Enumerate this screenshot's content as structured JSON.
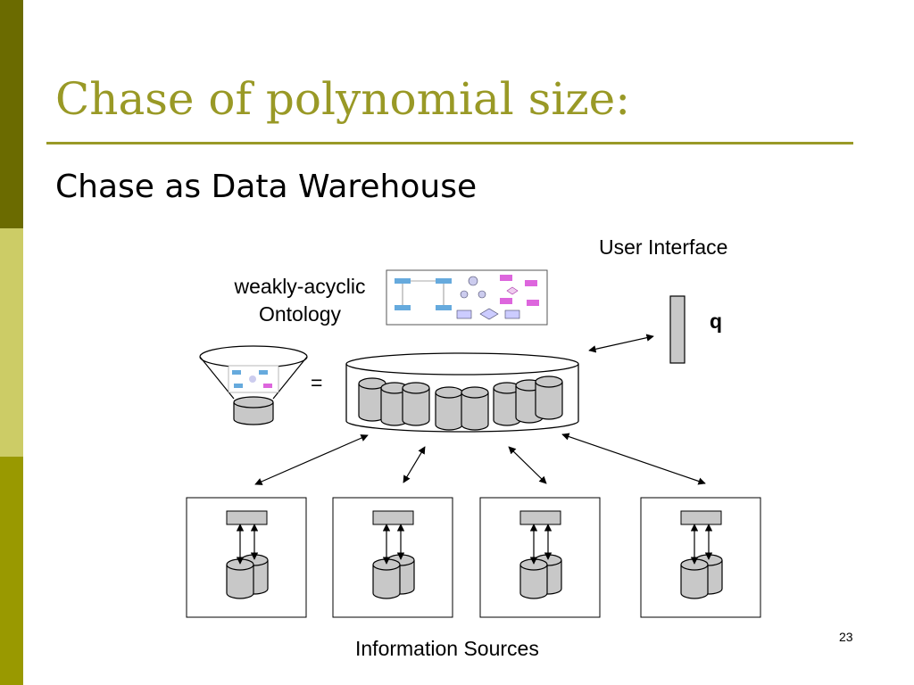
{
  "slide": {
    "title": "Chase of polynomial size:",
    "subtitle": "Chase as Data Warehouse",
    "page_number": "23"
  },
  "diagram": {
    "user_interface_label": "User Interface",
    "query_label": "q",
    "ontology_label_line1": "weakly-acyclic",
    "ontology_label_line2": "Ontology",
    "equals_sign": "=",
    "sources_label": "Information Sources"
  },
  "colors": {
    "title": "#999926",
    "band_top": "#6b6b00",
    "band_mid": "#cccc66",
    "band_bot": "#999900",
    "cylinder_fill": "#c8c8c8"
  }
}
